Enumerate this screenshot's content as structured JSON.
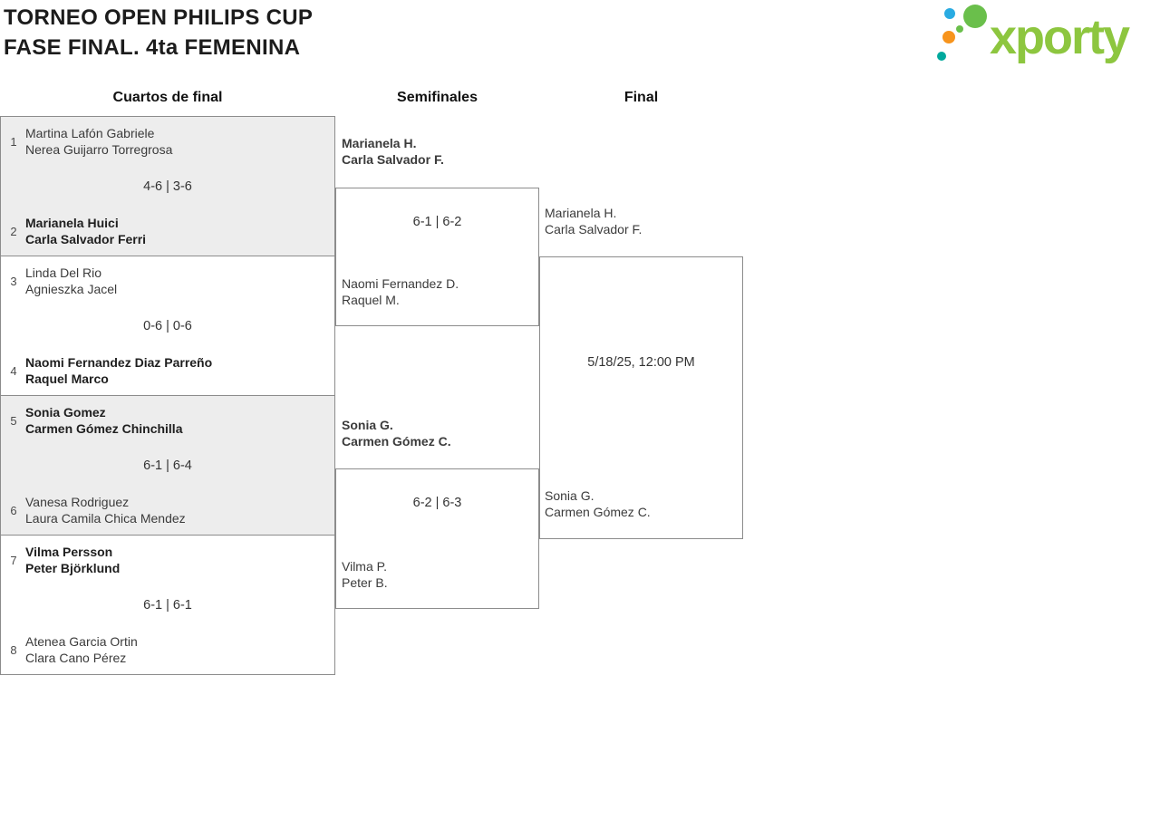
{
  "header": {
    "title_line1": "TORNEO OPEN PHILIPS CUP",
    "title_line2": "FASE FINAL. 4ta FEMENINA",
    "logo_text": "xporty"
  },
  "rounds": [
    "Cuartos de final",
    "Semifinales",
    "Final"
  ],
  "bracket": {
    "quarterfinals": [
      {
        "top": {
          "seed": "1",
          "line1": "Martina Lafón Gabriele",
          "line2": "Nerea Guijarro Torregrosa",
          "winner": false
        },
        "bottom": {
          "seed": "2",
          "line1": "Marianela Huici",
          "line2": "Carla Salvador Ferri",
          "winner": true
        },
        "score": "4-6 | 3-6"
      },
      {
        "top": {
          "seed": "3",
          "line1": "Linda Del Rio",
          "line2": "Agnieszka Jacel",
          "winner": false
        },
        "bottom": {
          "seed": "4",
          "line1": "Naomi Fernandez Diaz Parreño",
          "line2": "Raquel Marco",
          "winner": true
        },
        "score": "0-6 | 0-6"
      },
      {
        "top": {
          "seed": "5",
          "line1": "Sonia Gomez",
          "line2": "Carmen Gómez Chinchilla",
          "winner": true
        },
        "bottom": {
          "seed": "6",
          "line1": "Vanesa Rodriguez",
          "line2": "Laura Camila Chica Mendez",
          "winner": false
        },
        "score": "6-1 | 6-4"
      },
      {
        "top": {
          "seed": "7",
          "line1": "Vilma Persson",
          "line2": "Peter Björklund",
          "winner": true
        },
        "bottom": {
          "seed": "8",
          "line1": "Atenea Garcia Ortin",
          "line2": "Clara Cano Pérez",
          "winner": false
        },
        "score": "6-1 | 6-1"
      }
    ],
    "semifinals": [
      {
        "top": {
          "line1": "Marianela H.",
          "line2": "Carla Salvador F.",
          "winner": true
        },
        "bottom": {
          "line1": "Naomi Fernandez D.",
          "line2": "Raquel M.",
          "winner": false
        },
        "score": "6-1 | 6-2"
      },
      {
        "top": {
          "line1": "Sonia G.",
          "line2": "Carmen Gómez C.",
          "winner": true
        },
        "bottom": {
          "line1": "Vilma P.",
          "line2": "Peter B.",
          "winner": false
        },
        "score": "6-2 | 6-3"
      }
    ],
    "final": {
      "top": {
        "line1": "Marianela H.",
        "line2": "Carla Salvador F.",
        "winner": false
      },
      "bottom": {
        "line1": "Sonia G.",
        "line2": "Carmen Gómez C.",
        "winner": false
      },
      "schedule": "5/18/25, 12:00 PM"
    }
  },
  "colors": {
    "logo_text_green": "#8dc63f",
    "logo_dot_green": "#6abf4b",
    "logo_dot_blue": "#29abe2",
    "logo_dot_orange": "#f7941d",
    "logo_dot_teal": "#00a99d",
    "box_border": "#8c8c8c",
    "box_shade": "#ededed"
  }
}
